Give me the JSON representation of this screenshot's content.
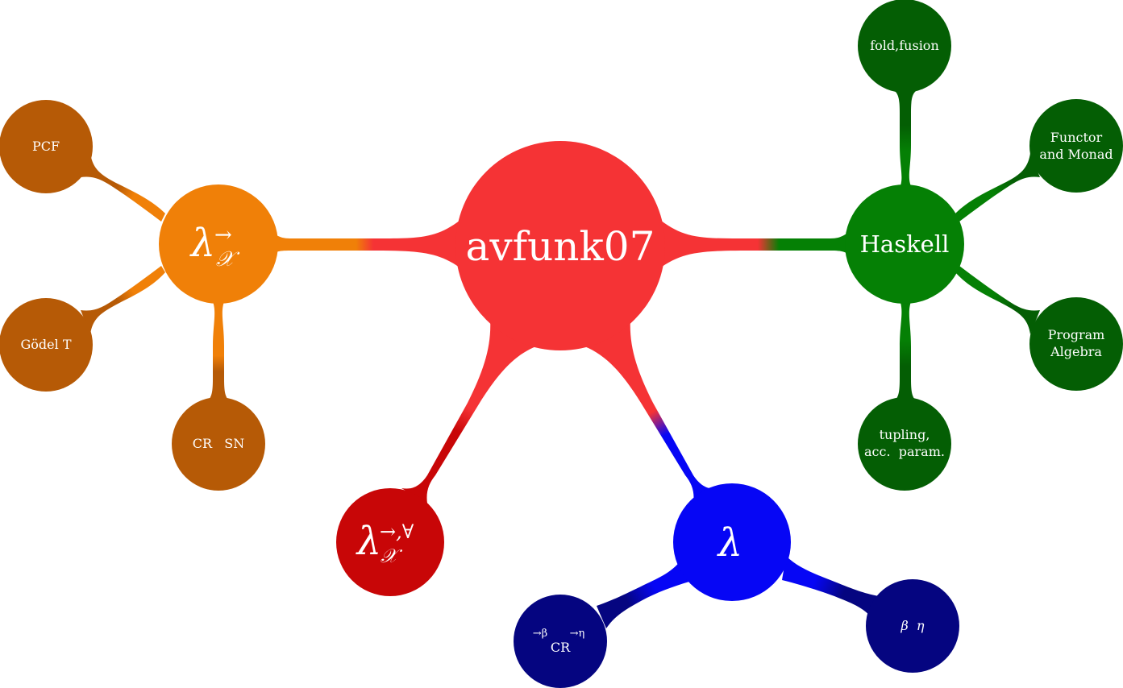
{
  "colors": {
    "center": "#f53335",
    "orange": "#f08008",
    "orange_dark": "#b65a06",
    "green": "#058005",
    "green_dark": "#045e04",
    "red_dark": "#c80607",
    "blue": "#0606f5",
    "blue_dark": "#050580"
  },
  "center": {
    "label": "avfunk07"
  },
  "branches": {
    "lambda_arrow": {
      "symbol": "λ",
      "sup": "→",
      "sub": "𝒳",
      "children": {
        "pcf": "PCF",
        "godel": "Gödel T",
        "crsn": "CR   SN"
      }
    },
    "haskell": {
      "label": "Haskell",
      "children": {
        "fold": "fold,fusion",
        "functor_l1": "Functor",
        "functor_l2": "and Monad",
        "program_l1": "Program",
        "program_l2": "Algebra",
        "tupling_l1": "tupling,",
        "tupling_l2": "acc.  param."
      }
    },
    "lambda_forall": {
      "symbol": "λ",
      "sup": "→,∀",
      "sub": "𝒳"
    },
    "lambda": {
      "symbol": "λ",
      "children": {
        "cr_arrow_beta": "→β",
        "cr_arrow_eta": "→η",
        "cr_text": "CR",
        "beta_eta": "β  η"
      }
    }
  }
}
